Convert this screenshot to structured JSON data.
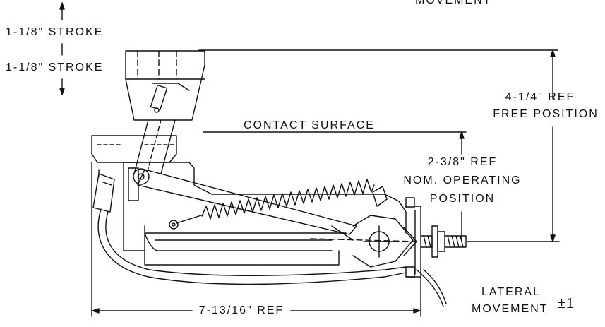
{
  "labels": {
    "movement_top": "MOVEMENT",
    "stroke_up": "1-1/8\" STROKE",
    "stroke_down": "1-1/8\" STROKE",
    "free_position_dim": "4-1/4\" REF",
    "free_position": "FREE POSITION",
    "contact_surface": "CONTACT SURFACE",
    "operating_dim": "2-3/8\" REF",
    "nom_operating": "NOM. OPERATING",
    "position": "POSITION",
    "length_dim": "7-13/16\" REF",
    "lateral": "LATERAL",
    "lateral_movement": "MOVEMENT",
    "lateral_value": "±1"
  }
}
